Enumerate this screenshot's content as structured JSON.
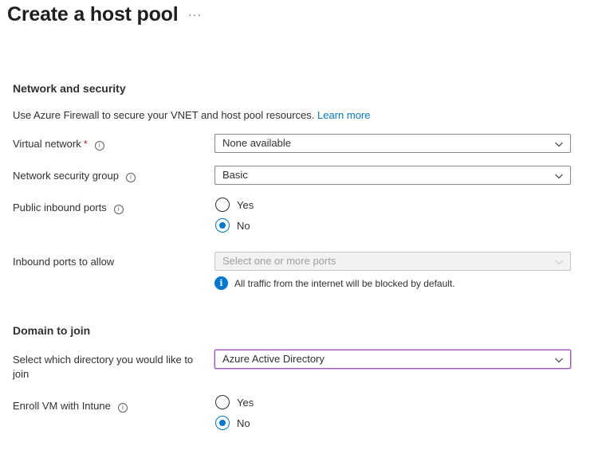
{
  "header": {
    "title": "Create a host pool",
    "more_label": "···"
  },
  "network_security": {
    "section_title": "Network and security",
    "description": "Use Azure Firewall to secure your VNET and host pool resources.",
    "learn_more": "Learn more",
    "virtual_network": {
      "label": "Virtual network",
      "required_mark": "*",
      "value": "None available"
    },
    "nsg": {
      "label": "Network security group",
      "value": "Basic"
    },
    "public_inbound": {
      "label": "Public inbound ports",
      "options": [
        {
          "label": "Yes",
          "checked": false
        },
        {
          "label": "No",
          "checked": true
        }
      ]
    },
    "inbound_ports": {
      "label": "Inbound ports to allow",
      "placeholder": "Select one or more ports",
      "note": "All traffic from the internet will be blocked by default."
    }
  },
  "domain": {
    "section_title": "Domain to join",
    "directory": {
      "label": "Select which directory you would like to join",
      "value": "Azure Active Directory"
    },
    "intune": {
      "label": "Enroll VM with Intune",
      "options": [
        {
          "label": "Yes",
          "checked": false
        },
        {
          "label": "No",
          "checked": true
        }
      ]
    }
  },
  "icons": {
    "info": "i",
    "info_filled": "i"
  },
  "colors": {
    "accent": "#0078d4",
    "required": "#a4262c",
    "focus_border": "#9b59b6"
  }
}
